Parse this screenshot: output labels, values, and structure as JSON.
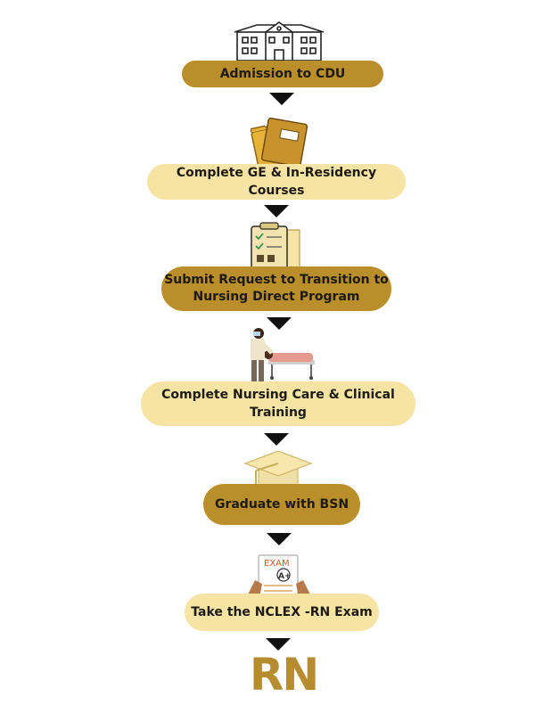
{
  "steps": [
    {
      "label": "Admission to CDU",
      "tone": "dark"
    },
    {
      "label": "Complete GE & In-Residency Courses",
      "tone": "light"
    },
    {
      "label": "Submit Request to Transition to\nNursing Direct Program",
      "tone": "dark"
    },
    {
      "label": "Complete Nursing Care & Clinical Training",
      "tone": "light"
    },
    {
      "label": "Graduate with BSN",
      "tone": "dark"
    },
    {
      "label": "Take the NCLEX -RN Exam",
      "tone": "light"
    }
  ],
  "icons": {
    "step1": "school-building-icon",
    "step2": "folders-icon",
    "step3": "clipboard-checklist-icon",
    "step4": "nurse-patient-icon",
    "step5": "graduation-cap-icon",
    "step6": "exam-paper-icon"
  },
  "exam_paper_text": "EXAM",
  "exam_grade_text": "A+",
  "final_badge": "RN",
  "colors": {
    "dark_pill": "#b98e2b",
    "light_pill": "#f6e4a5",
    "arrow": "#111111",
    "rn_text": "#b68d2e"
  }
}
